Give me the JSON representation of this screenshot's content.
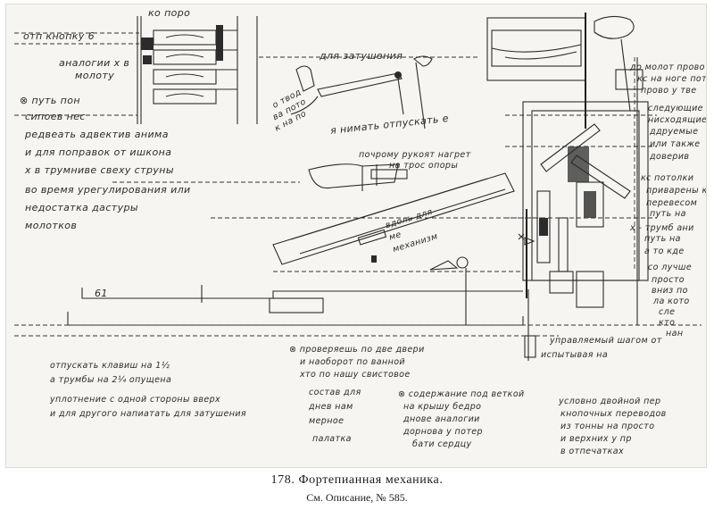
{
  "caption": {
    "title": "178. Фортепианная механика.",
    "subtitle": "См. Описание, № 585."
  },
  "notes": {
    "top_label": "ко поро",
    "left_top": [
      "отп кнопку 6",
      "аналогии х в",
      "молоту"
    ],
    "left_paragraph": [
      "⊗ путь пон",
      "сипоев нес",
      "редвеать адвектив анима",
      "и для поправок от ишкона",
      "х в трумниве свеху струны",
      "во время урегулирования или",
      "недостатка дастуры",
      "молотков"
    ],
    "for_damper": "для затушения",
    "diag_1": [
      "о твод",
      "ва пото",
      "к на по"
    ],
    "release": "я нимать отпускать е",
    "sloped": [
      "почрому рукоят нагрет",
      "на трос опоры"
    ],
    "along": [
      "вдоль для",
      "ме",
      "механизм"
    ],
    "number_61": "61",
    "right_col": [
      "до молот прово",
      "кс на ноге поте",
      "прово у тве",
      "следующие",
      "нисходящие",
      "ддруемые",
      "или также",
      "доверив",
      "кс потолки",
      "приварены к",
      "перевесом",
      "путь на",
      "х - трумб ани",
      "путь на",
      "а то кде",
      "со лучше",
      "просто",
      "вниз по",
      "ла кото",
      "сле",
      "кто",
      "нан"
    ],
    "lower_mid": [
      "⊗ проверяешь по две двери",
      "и наоборот по ванной",
      "хто по нашу свистовое",
      "состав для",
      "днев нам",
      "мерное",
      "палатка"
    ],
    "lower_mid_2": [
      "⊗ содержание под веткой",
      "на крышу бедро",
      "днове аналогии",
      "дорнова у потер",
      "бати сердцу"
    ],
    "lower_right_top": [
      "управляемый шагом от",
      "испытывая на"
    ],
    "lower_right": [
      "условно двойной пер",
      "кнопочных переводов",
      "из тонны на просто",
      "и верхних у пр",
      "в отпечатках"
    ],
    "lower_left": [
      "отпускать клавиш на 1½",
      "а трумбы на 2¼ опущена",
      "уплотнение с одной стороны вверх",
      "и для другого напиатать для затушения"
    ]
  }
}
